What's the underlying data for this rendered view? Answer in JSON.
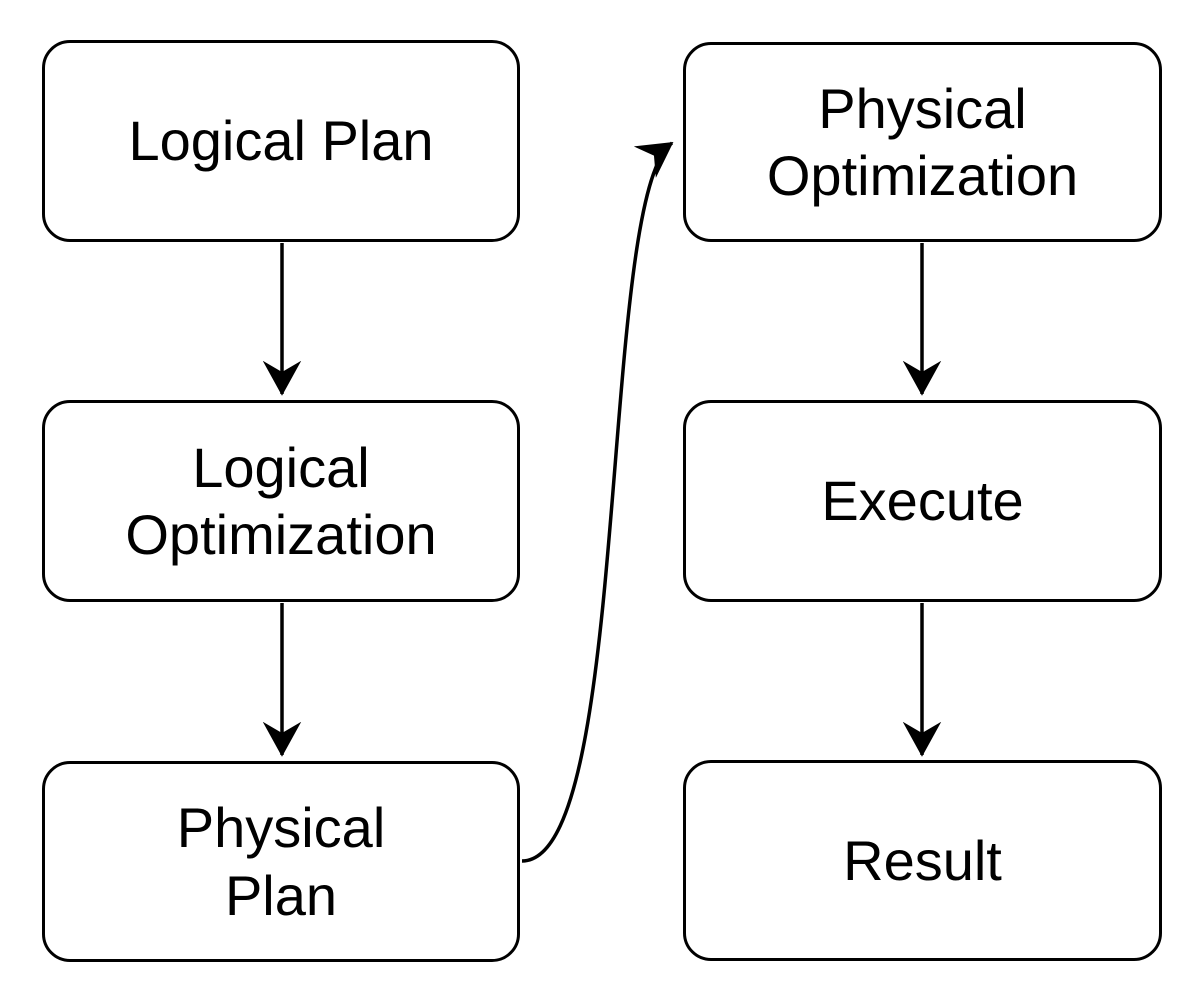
{
  "diagram": {
    "type": "flowchart",
    "colors": {
      "background": "#ffffff",
      "node_fill": "#ffffff",
      "stroke": "#000000",
      "text": "#000000"
    },
    "nodes": {
      "logical_plan": {
        "label": "Logical Plan"
      },
      "logical_optimization": {
        "label": "Logical\nOptimization"
      },
      "physical_plan": {
        "label": "Physical\nPlan"
      },
      "physical_optimization": {
        "label": "Physical\nOptimization"
      },
      "execute": {
        "label": "Execute"
      },
      "result": {
        "label": "Result"
      }
    },
    "edges": [
      {
        "from": "logical_plan",
        "to": "logical_optimization",
        "style": "straight-down"
      },
      {
        "from": "logical_optimization",
        "to": "physical_plan",
        "style": "straight-down"
      },
      {
        "from": "physical_plan",
        "to": "physical_optimization",
        "style": "curved-right-up"
      },
      {
        "from": "physical_optimization",
        "to": "execute",
        "style": "straight-down"
      },
      {
        "from": "execute",
        "to": "result",
        "style": "straight-down"
      }
    ]
  }
}
